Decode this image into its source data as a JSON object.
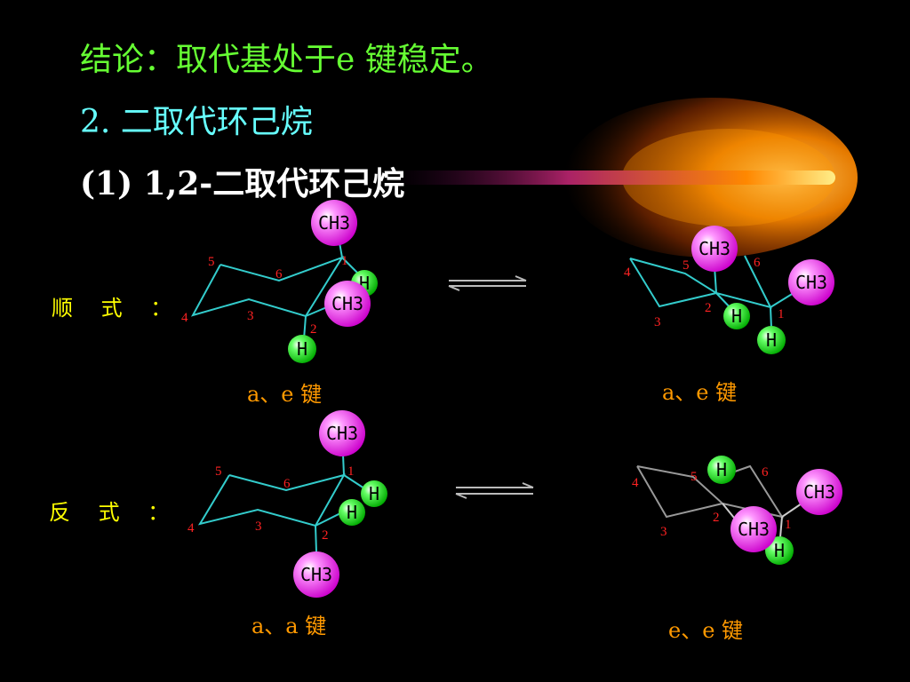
{
  "slide": {
    "headline": "结论：取代基处于e 键稳定。",
    "heading2": "2. 二取代环己烷",
    "heading3": "(1) 1,2-二取代环己烷"
  },
  "rows": {
    "cis_label": "顺 式 ：",
    "trans_label": "反 式 ："
  },
  "captions": {
    "cis_left": "a、e 键",
    "cis_right": "a、e 键",
    "trans_left": "a、a 键",
    "trans_right": "e、e 键"
  },
  "atoms": {
    "methyl": "CH3",
    "hydrogen": "H"
  },
  "ring_numbers": [
    "1",
    "2",
    "3",
    "4",
    "5",
    "6"
  ],
  "colors": {
    "methyl": "#ff33ff",
    "hydrogen": "#33ff33",
    "bond_cyan": "#33cccc",
    "bond_gray": "#999999",
    "number_red": "#ff2222",
    "headline_green": "#66ff33",
    "heading_cyan": "#66ffff",
    "label_yellow": "#ffff00",
    "caption_orange": "#ff9900"
  },
  "icons": {
    "equilibrium": "equilibrium-arrows-icon",
    "comet": "comet-decoration"
  }
}
